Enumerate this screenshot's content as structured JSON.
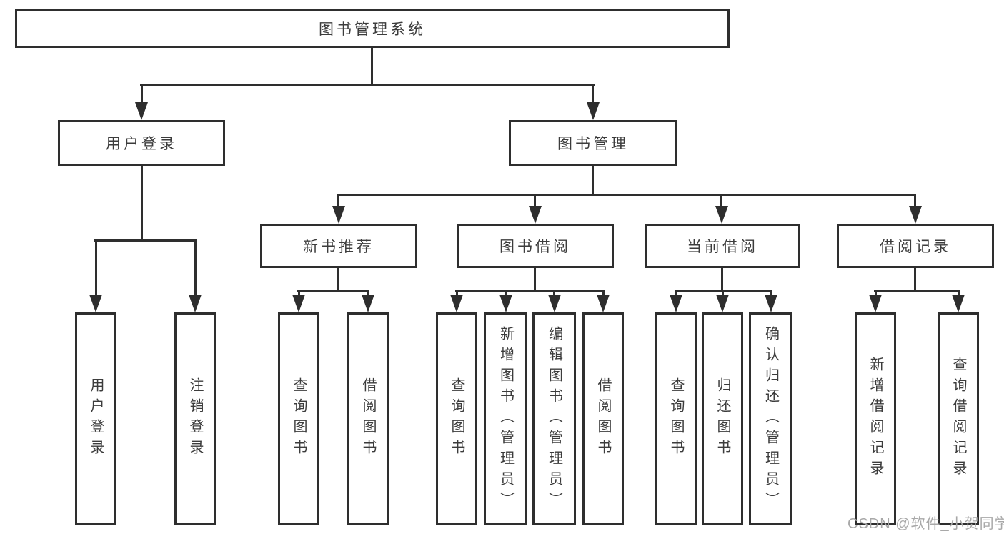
{
  "nodes": {
    "root": "图书管理系统",
    "user_login": "用户登录",
    "book_mgmt": "图书管理",
    "new_book_rec": "新书推荐",
    "book_borrow": "图书借阅",
    "current_borrow": "当前借阅",
    "borrow_records": "借阅记录",
    "leaves": {
      "user": [
        "用户登录",
        "注销登录"
      ],
      "recommend": [
        "查询图书",
        "借阅图书"
      ],
      "borrow": [
        "查询图书",
        "新增图书（管理员）",
        "编辑图书（管理员）",
        "借阅图书"
      ],
      "current": [
        "查询图书",
        "归还图书",
        "确认归还（管理员）"
      ],
      "records": [
        "新增借阅记录",
        "查询借阅记录"
      ]
    }
  },
  "watermark": "CSDN @软件_小贺同学",
  "colors": {
    "line": "#2e2e2e",
    "text": "#3c3c3c",
    "watermark": "#a8a8a8",
    "background": "#ffffff"
  }
}
